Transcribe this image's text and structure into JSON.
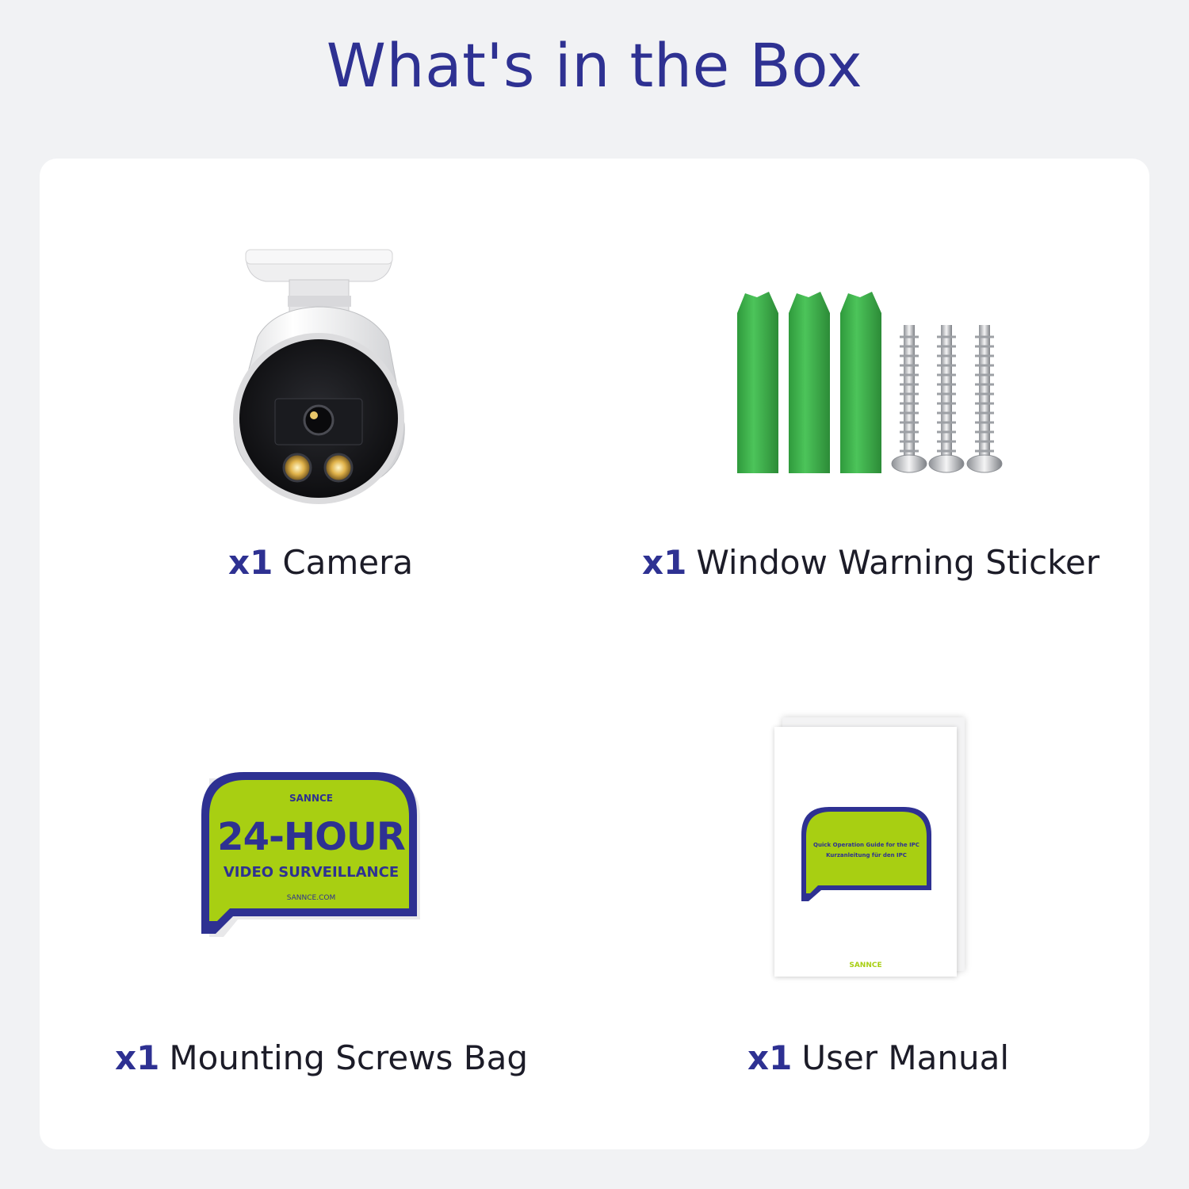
{
  "page": {
    "title": "What's in the Box"
  },
  "items": [
    {
      "qty": "x1",
      "label": "Camera",
      "icon": "camera-image"
    },
    {
      "qty": "x1",
      "label": "Window Warning Sticker",
      "icon": "anchors-and-screws-image"
    },
    {
      "qty": "x1",
      "label": "Mounting Screws Bag",
      "icon": "warning-sticker-image"
    },
    {
      "qty": "x1",
      "label": "User Manual",
      "icon": "manual-booklet-image"
    }
  ],
  "sticker": {
    "brand": "SANNCE",
    "headline": "24-HOUR",
    "subline": "VIDEO SURVEILLANCE",
    "url": "SANNCE.COM"
  },
  "manual": {
    "line1": "Quick Operation Guide for the IPC",
    "line2": "Kurzanleitung für den IPC",
    "brand": "SANNCE"
  },
  "colors": {
    "accent": "#2e3192",
    "sticker_green": "#a8cf12",
    "anchor_green": "#3fb24a",
    "background": "#f1f2f4"
  }
}
